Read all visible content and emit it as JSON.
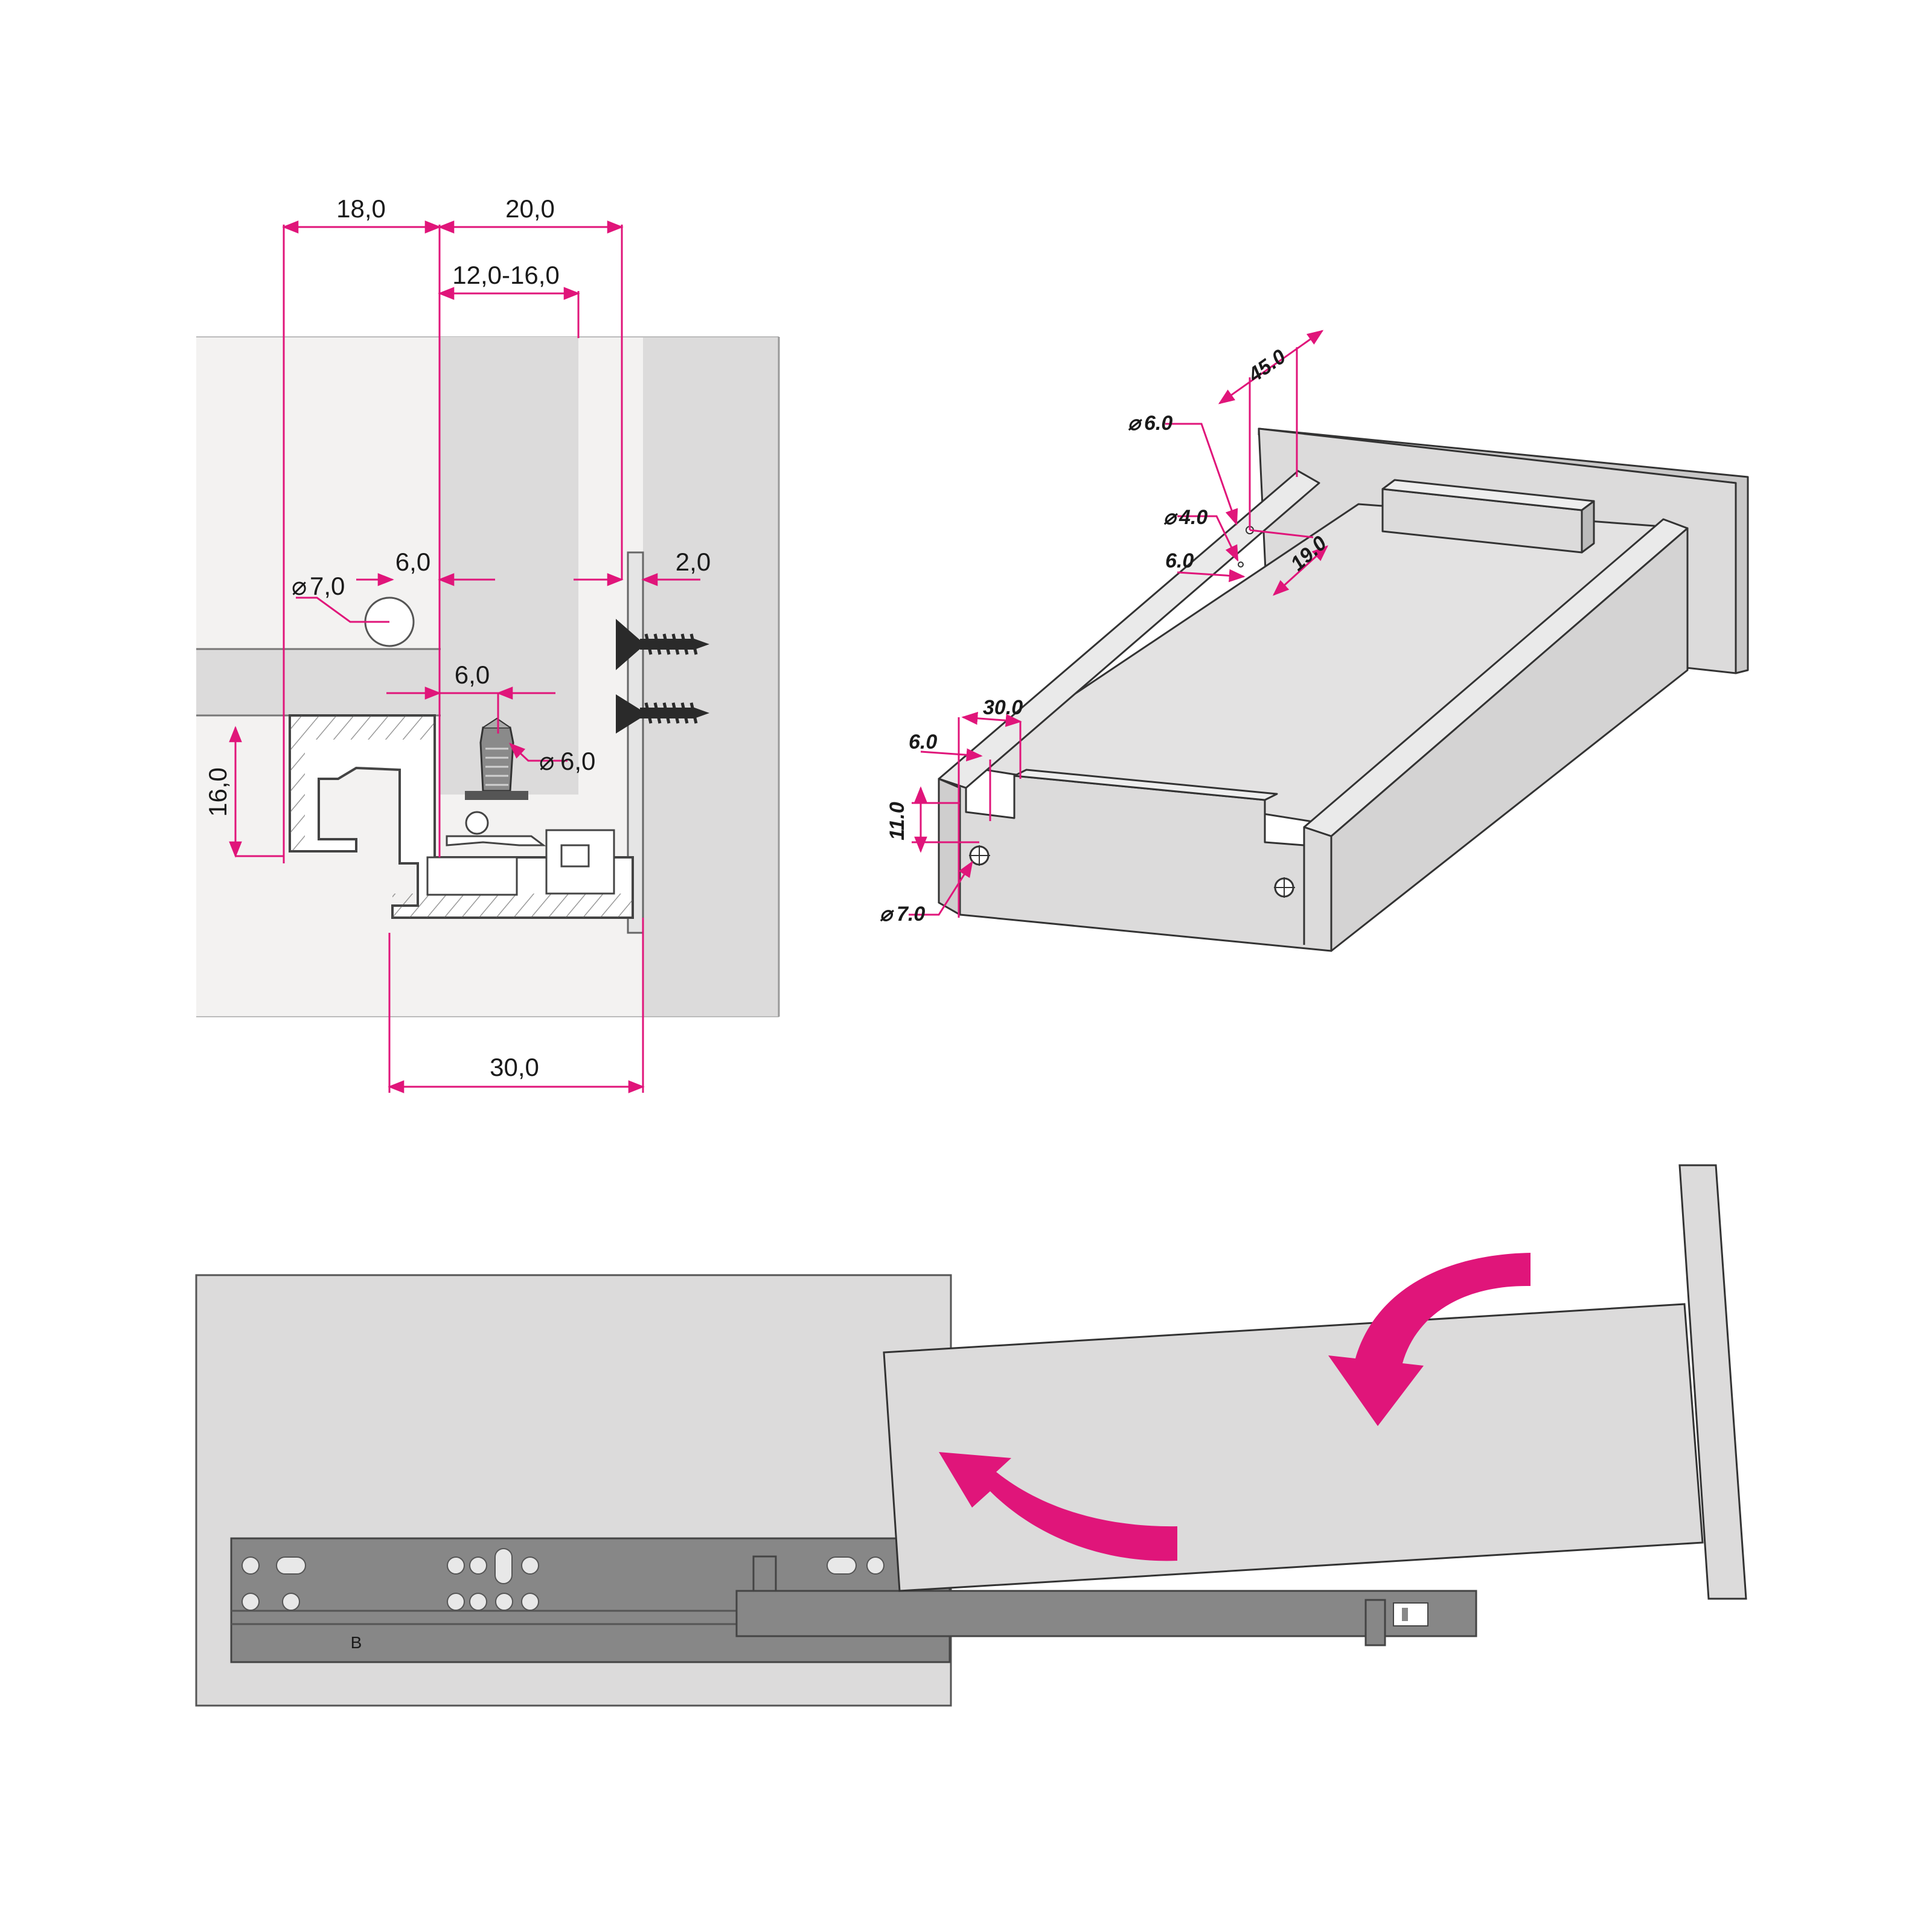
{
  "colors": {
    "accent": "#e0157a",
    "panel_light": "#f3f2f1",
    "panel_mid": "#dcdbdb",
    "rail": "#878787",
    "ink": "#1a1a1a"
  },
  "cross_section": {
    "dims": {
      "top_left": "18,0",
      "top_right": "20,0",
      "range": "12,0-16,0",
      "hole_dia": "7,0",
      "hole_offset": "6,0",
      "gap": "2,0",
      "pin_offset": "6,0",
      "pin_dia": "6,0",
      "height": "16,0",
      "bottom_width": "30,0"
    }
  },
  "drawer_iso": {
    "dims": {
      "d45": "45.0",
      "dia6": "6.0",
      "dia4": "4.0",
      "d19": "19.0",
      "d6_top": "6.0",
      "d30": "30.0",
      "d6_side": "6.0",
      "d11": "11.0",
      "dia7": "7.0"
    }
  },
  "installation": {
    "rail_marker": "B"
  }
}
